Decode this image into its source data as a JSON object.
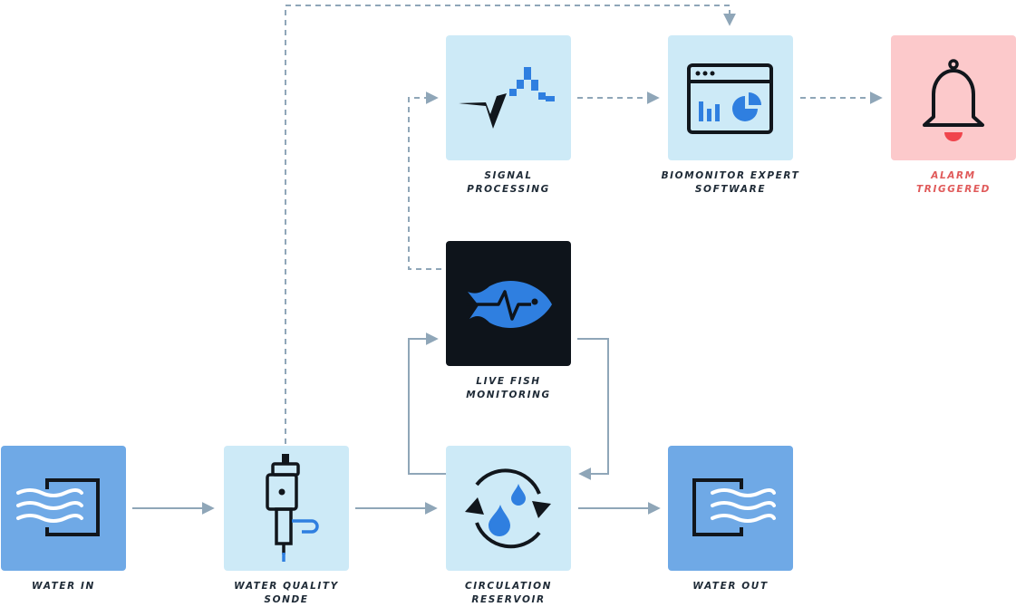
{
  "nodes": {
    "water_in": {
      "label": [
        "WATER IN"
      ],
      "color": "#6fa9e6",
      "icon": "water-in-icon"
    },
    "sonde": {
      "label": [
        "WATER QUALITY",
        "SONDE"
      ],
      "color": "#cdeaf7",
      "icon": "sonde-probe-icon"
    },
    "reservoir": {
      "label": [
        "CIRCULATION",
        "RESERVOIR"
      ],
      "color": "#cdeaf7",
      "icon": "circulation-drops-icon"
    },
    "water_out": {
      "label": [
        "WATER OUT"
      ],
      "color": "#6fa9e6",
      "icon": "water-out-icon"
    },
    "fish": {
      "label": [
        "LIVE FISH",
        "MONITORING"
      ],
      "color": "#0e141b",
      "icon": "fish-heartbeat-icon"
    },
    "signal": {
      "label": [
        "SIGNAL",
        "PROCESSING"
      ],
      "color": "#cdeaf7",
      "icon": "signal-wave-icon"
    },
    "software": {
      "label": [
        "BIOMONITOR EXPERT",
        "SOFTWARE"
      ],
      "color": "#cdeaf7",
      "icon": "dashboard-window-icon"
    },
    "alarm": {
      "label": [
        "ALARM",
        "TRIGGERED"
      ],
      "color": "#fcc9cb",
      "icon": "bell-icon"
    }
  },
  "colors": {
    "flow_line": "#8fa6b8",
    "icon_dark": "#11161c",
    "icon_blue": "#2f7fe0",
    "alarm_text": "#e05a5a",
    "alarm_accent": "#f0454d"
  }
}
